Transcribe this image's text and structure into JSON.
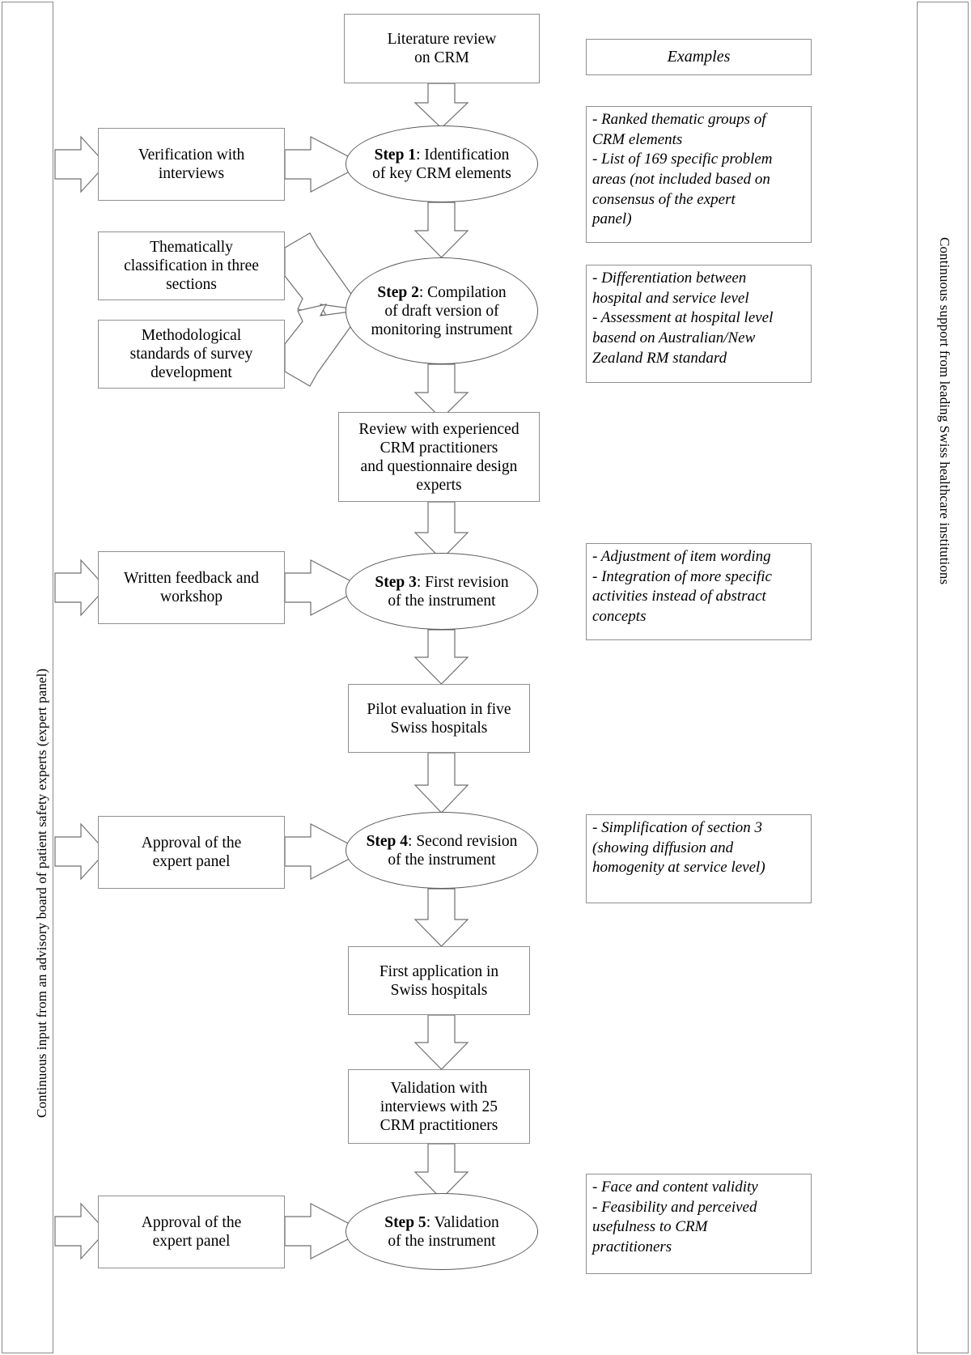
{
  "figure": {
    "type": "flowchart",
    "title_left_rail": "Continuous input from an advisory board of patient safety experts (expert panel)",
    "title_right_rail": "Continuous support from leading Swiss healthcare institutions"
  },
  "examples_header": "Examples",
  "flow": {
    "literature_review": "Literature review\non CRM",
    "literature_review_l1": "Literature review",
    "literature_review_l2": "on CRM",
    "step1_bold": "Step 1",
    "step1_rest": ": Identification",
    "step1_l2": "of key CRM elements",
    "verification_l1": "Verification with",
    "verification_l2": "interviews",
    "thematic_l1": "Thematically",
    "thematic_l2": "classification in three",
    "thematic_l3": "sections",
    "methodological_l1": "Methodological",
    "methodological_l2": "standards of survey",
    "methodological_l3": "development",
    "step2_bold": "Step 2",
    "step2_rest": ": Compilation",
    "step2_l2": "of draft version of",
    "step2_l3": "monitoring instrument",
    "review_l1": "Review with experienced",
    "review_l2": "CRM practitioners",
    "review_l3": "and questionnaire design",
    "review_l4": "experts",
    "written_feedback_l1": "Written feedback and",
    "written_feedback_l2": "workshop",
    "step3_bold": "Step 3",
    "step3_rest": ": First revision",
    "step3_l2": "of the instrument",
    "pilot_l1": "Pilot evaluation in five",
    "pilot_l2": "Swiss hospitals",
    "approval1_l1": "Approval of the",
    "approval1_l2": "expert panel",
    "step4_bold": "Step 4",
    "step4_rest": ": Second revision",
    "step4_l2": "of the instrument",
    "first_app_l1": "First application in",
    "first_app_l2": "Swiss hospitals",
    "validation_l1": "Validation with",
    "validation_l2": "interviews with 25",
    "validation_l3": "CRM practitioners",
    "approval2_l1": "Approval of the",
    "approval2_l2": "expert panel",
    "step5_bold": "Step 5",
    "step5_rest": ": Validation",
    "step5_l2": "of the instrument"
  },
  "examples": {
    "step1": [
      "- Ranked thematic groups of",
      "CRM elements",
      "- List of 169 specific problem",
      "areas (not included based on",
      "consensus of the expert",
      "panel)"
    ],
    "step2": [
      "- Differentiation between",
      "hospital and service level",
      "- Assessment at hospital level",
      "basend on Australian/New",
      "Zealand RM standard"
    ],
    "step3": [
      "- Adjustment of item wording",
      "- Integration of more specific",
      "activities instead of abstract",
      "concepts"
    ],
    "step4": [
      "- Simplification of section 3",
      "(showing diffusion and",
      "homogenity at service level)"
    ],
    "step5": [
      "- Face and content validity",
      "- Feasibility and perceived",
      "usefulness to CRM",
      "practitioners"
    ]
  },
  "colors": {
    "stroke": "#8f8f8f",
    "arrow_stroke": "#6f6f6f",
    "background": "#ffffff",
    "text": "#000000"
  }
}
